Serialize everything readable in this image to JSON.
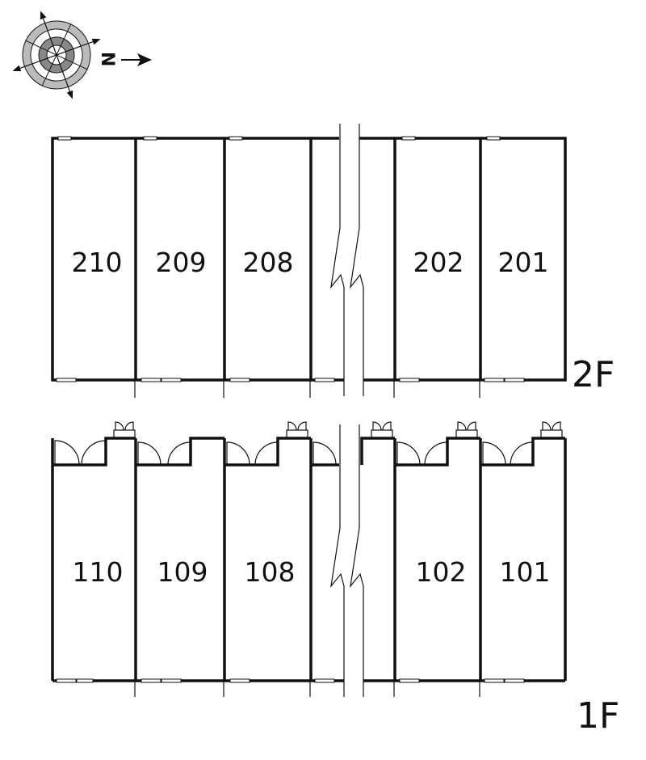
{
  "compass": {
    "label": "N",
    "icon": "compass-rose-icon"
  },
  "floors": [
    {
      "id": "2F",
      "label": "2F",
      "rooms": [
        "210",
        "209",
        "208",
        "202",
        "201"
      ]
    },
    {
      "id": "1F",
      "label": "1F",
      "rooms": [
        "110",
        "109",
        "108",
        "102",
        "101"
      ]
    }
  ]
}
